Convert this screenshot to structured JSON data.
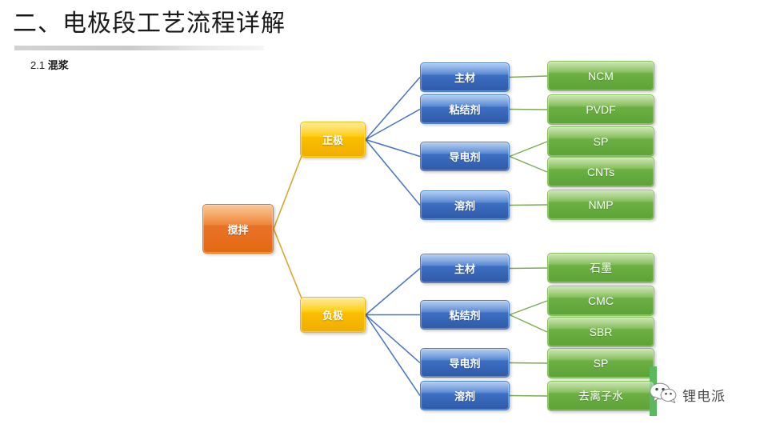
{
  "slide": {
    "title": "二、电极段工艺流程详解",
    "subtitle_num": "2.1 ",
    "subtitle_text": "混浆"
  },
  "colors": {
    "root": "#e8722a",
    "gold": "#f9bf00",
    "blue": "#3e6fc4",
    "green": "#6cb144",
    "connector_gold": "#d9a62c",
    "connector_blue": "#4472c4",
    "connector_green": "#7aab55",
    "title_text": "#1a1a1a",
    "rule": "#d2d2d2",
    "watermark_green": "#5cb85c"
  },
  "diagram": {
    "root": {
      "label": "搅拌"
    },
    "branches": [
      {
        "label": "正极",
        "categories": [
          {
            "label": "主材",
            "materials": [
              "NCM"
            ]
          },
          {
            "label": "粘结剂",
            "materials": [
              "PVDF"
            ]
          },
          {
            "label": "导电剂",
            "materials": [
              "SP",
              "CNTs"
            ]
          },
          {
            "label": "溶剂",
            "materials": [
              "NMP"
            ]
          }
        ]
      },
      {
        "label": "负极",
        "categories": [
          {
            "label": "主材",
            "materials": [
              "石墨"
            ]
          },
          {
            "label": "粘结剂",
            "materials": [
              "CMC",
              "SBR"
            ]
          },
          {
            "label": "导电剂",
            "materials": [
              "SP"
            ]
          },
          {
            "label": "溶剂",
            "materials": [
              "去离子水"
            ]
          }
        ]
      }
    ]
  },
  "watermark": {
    "logo": "wechat-icon",
    "text": "锂电派"
  }
}
